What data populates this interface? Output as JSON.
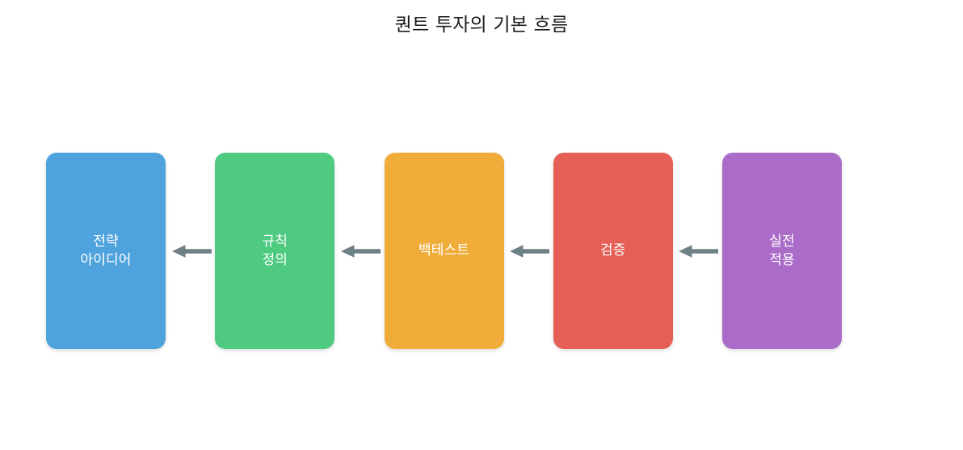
{
  "chart_data": {
    "type": "diagram",
    "diagram_kind": "linear-flow",
    "title": "퀀트 투자의 기본 흐름",
    "flow_direction": "right-to-left",
    "background_color": "#ffffff",
    "arrow_color": "#6E8086",
    "arrow_glyph": "left-arrow",
    "label_color": "#ffffff",
    "nodes": [
      {
        "id": "idea",
        "label": "전략\n아이디어",
        "color": "#4FA3DC"
      },
      {
        "id": "rules",
        "label": "규칙\n정의",
        "color": "#4ECB80"
      },
      {
        "id": "backtest",
        "label": "백테스트",
        "color": "#F0AC38"
      },
      {
        "id": "validate",
        "label": "검증",
        "color": "#E55F56"
      },
      {
        "id": "deploy",
        "label": "실전\n적용",
        "color": "#AA6CC8"
      }
    ],
    "edges": [
      {
        "from": "rules",
        "to": "idea",
        "arrow": "left-arrow"
      },
      {
        "from": "backtest",
        "to": "rules",
        "arrow": "left-arrow"
      },
      {
        "from": "validate",
        "to": "backtest",
        "arrow": "left-arrow"
      },
      {
        "from": "deploy",
        "to": "validate",
        "arrow": "left-arrow"
      }
    ]
  }
}
